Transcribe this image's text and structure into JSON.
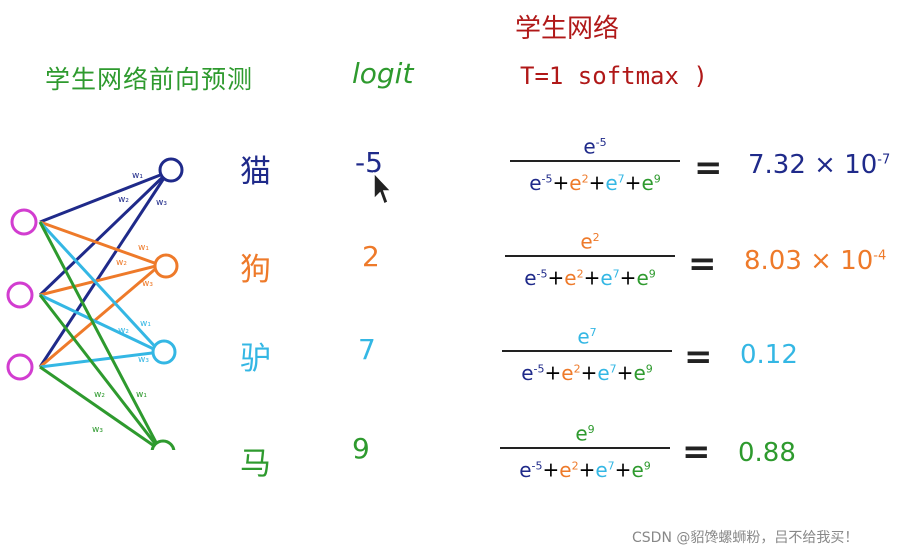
{
  "titles": {
    "left": "学生网络前向预测",
    "logit": "logit",
    "right_line1": "学生网络",
    "right_line2": "T=1 softmax )"
  },
  "colors": {
    "green": "#2e9a2e",
    "navy": "#1f2a8a",
    "orange": "#ee7a2a",
    "cyan": "#34b7e4",
    "magenta": "#d23dd0",
    "red": "#b01818"
  },
  "network": {
    "edge_labels": [
      "w₁",
      "w₂",
      "w₃"
    ]
  },
  "rows": [
    {
      "class": "猫",
      "logit": "-5",
      "numerator": "e",
      "num_exp": "-5",
      "result_mantissa": "7.32 × 10",
      "result_exp": "-7",
      "color": "#1f2a8a"
    },
    {
      "class": "狗",
      "logit": "2",
      "numerator": "e",
      "num_exp": "2",
      "result_mantissa": "8.03 × 10",
      "result_exp": "-4",
      "color": "#ee7a2a"
    },
    {
      "class": "驴",
      "logit": "7",
      "numerator": "e",
      "num_exp": "7",
      "result_mantissa": "0.12",
      "result_exp": "",
      "color": "#34b7e4"
    },
    {
      "class": "马",
      "logit": "9",
      "numerator": "e",
      "num_exp": "9",
      "result_mantissa": "0.88",
      "result_exp": "",
      "color": "#2e9a2e"
    }
  ],
  "denominator": {
    "base": "e",
    "terms": [
      "-5",
      "2",
      "7",
      "9"
    ],
    "plus": "+"
  },
  "equals": "=",
  "watermark": "CSDN @貂馋螺蛳粉，吕不给我买！"
}
